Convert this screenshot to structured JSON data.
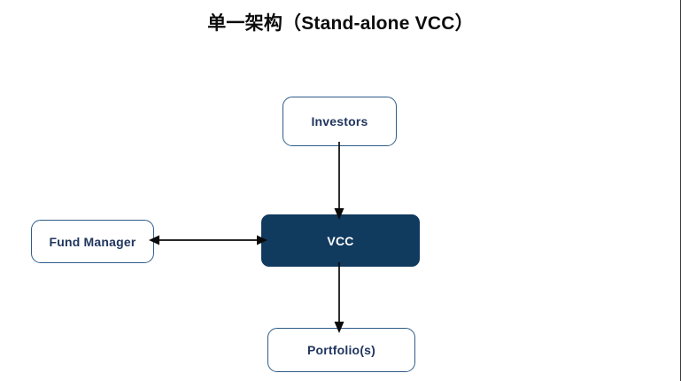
{
  "page": {
    "title": "单一架构（Stand-alone VCC）",
    "background_color": "#ffffff"
  },
  "colors": {
    "outline_border": "#2e5c8a",
    "outline_text": "#21365f",
    "filled_background": "#103a5e",
    "filled_text": "#ffffff",
    "arrow": "#0a0a0a",
    "title_text": "#0c0c0c"
  },
  "diagram": {
    "nodes": [
      {
        "id": "investors",
        "label": "Investors",
        "style": "outline"
      },
      {
        "id": "vcc",
        "label": "VCC",
        "style": "filled"
      },
      {
        "id": "fund_manager",
        "label": "Fund Manager",
        "style": "outline"
      },
      {
        "id": "portfolios",
        "label": "Portfolio(s)",
        "style": "outline"
      }
    ],
    "connectors": [
      {
        "id": "investors_to_vcc",
        "from": "investors",
        "to": "vcc",
        "direction": "down",
        "arrowheads": "single"
      },
      {
        "id": "vcc_to_portfolios",
        "from": "vcc",
        "to": "portfolios",
        "direction": "down",
        "arrowheads": "single"
      },
      {
        "id": "fund_manager_vcc",
        "from": "fund_manager",
        "to": "vcc",
        "direction": "horizontal",
        "arrowheads": "double"
      }
    ]
  }
}
